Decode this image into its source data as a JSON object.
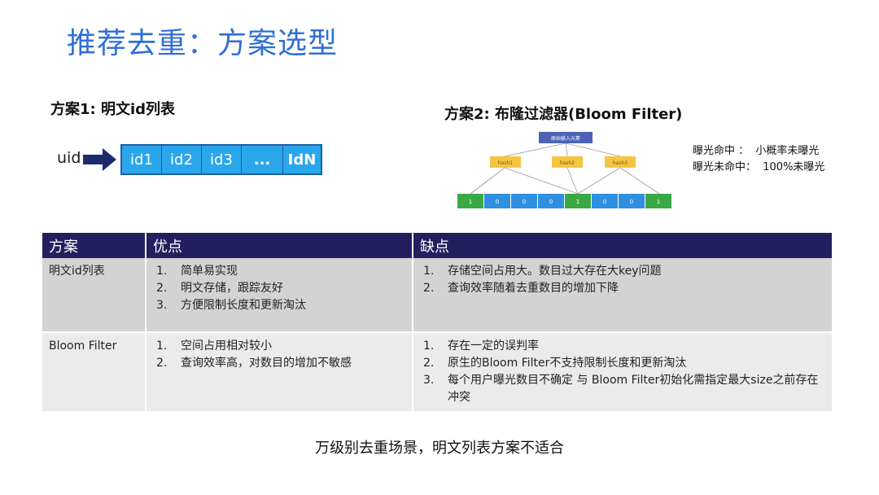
{
  "title": "推荐去重：方案选型",
  "section1": {
    "heading": "方案1: 明文id列表",
    "uid_label": "uid",
    "ids": [
      "id1",
      "id2",
      "id3",
      "...",
      "IdN"
    ]
  },
  "section2": {
    "heading": "方案2: 布隆过滤器(Bloom Filter)",
    "diagram": {
      "root": "原始输入元素",
      "hashes": [
        "hash1",
        "hash2",
        "hash3"
      ],
      "bits": [
        "1",
        "0",
        "0",
        "0",
        "1",
        "0",
        "0",
        "1"
      ]
    },
    "notes": [
      "曝光命中 ：  小概率未曝光",
      "曝光未命中：  100%未曝光"
    ]
  },
  "table": {
    "headers": [
      "方案",
      "优点",
      "缺点"
    ],
    "rows": [
      {
        "name": "明文id列表",
        "pros": [
          "简单易实现",
          "明文存储，跟踪友好",
          "方便限制长度和更新淘汰"
        ],
        "cons": [
          "存储空间占用大。数目过大存在大key问题",
          "查询效率随着去重数目的增加下降"
        ]
      },
      {
        "name": "Bloom Filter",
        "pros": [
          "空间占用相对较小",
          "查询效率高，对数目的增加不敏感"
        ],
        "cons": [
          "存在一定的误判率",
          "原生的Bloom Filter不支持限制长度和更新淘汰",
          "每个用户曝光数目不确定 与 Bloom Filter初始化需指定最大size之前存在冲突"
        ]
      }
    ]
  },
  "conclusion": "万级别去重场景，明文列表方案不适合",
  "colors": {
    "title": "#2f6fd6",
    "id_cell": "#2aa7ec",
    "header_bg": "#231f5f",
    "row1_bg": "#d3d3d3",
    "row2_bg": "#ebebeb",
    "hash_box": "#f4c542",
    "bit_set": "#3aa845",
    "bit_clear": "#2f8fe0",
    "root_box": "#4a63b8"
  }
}
